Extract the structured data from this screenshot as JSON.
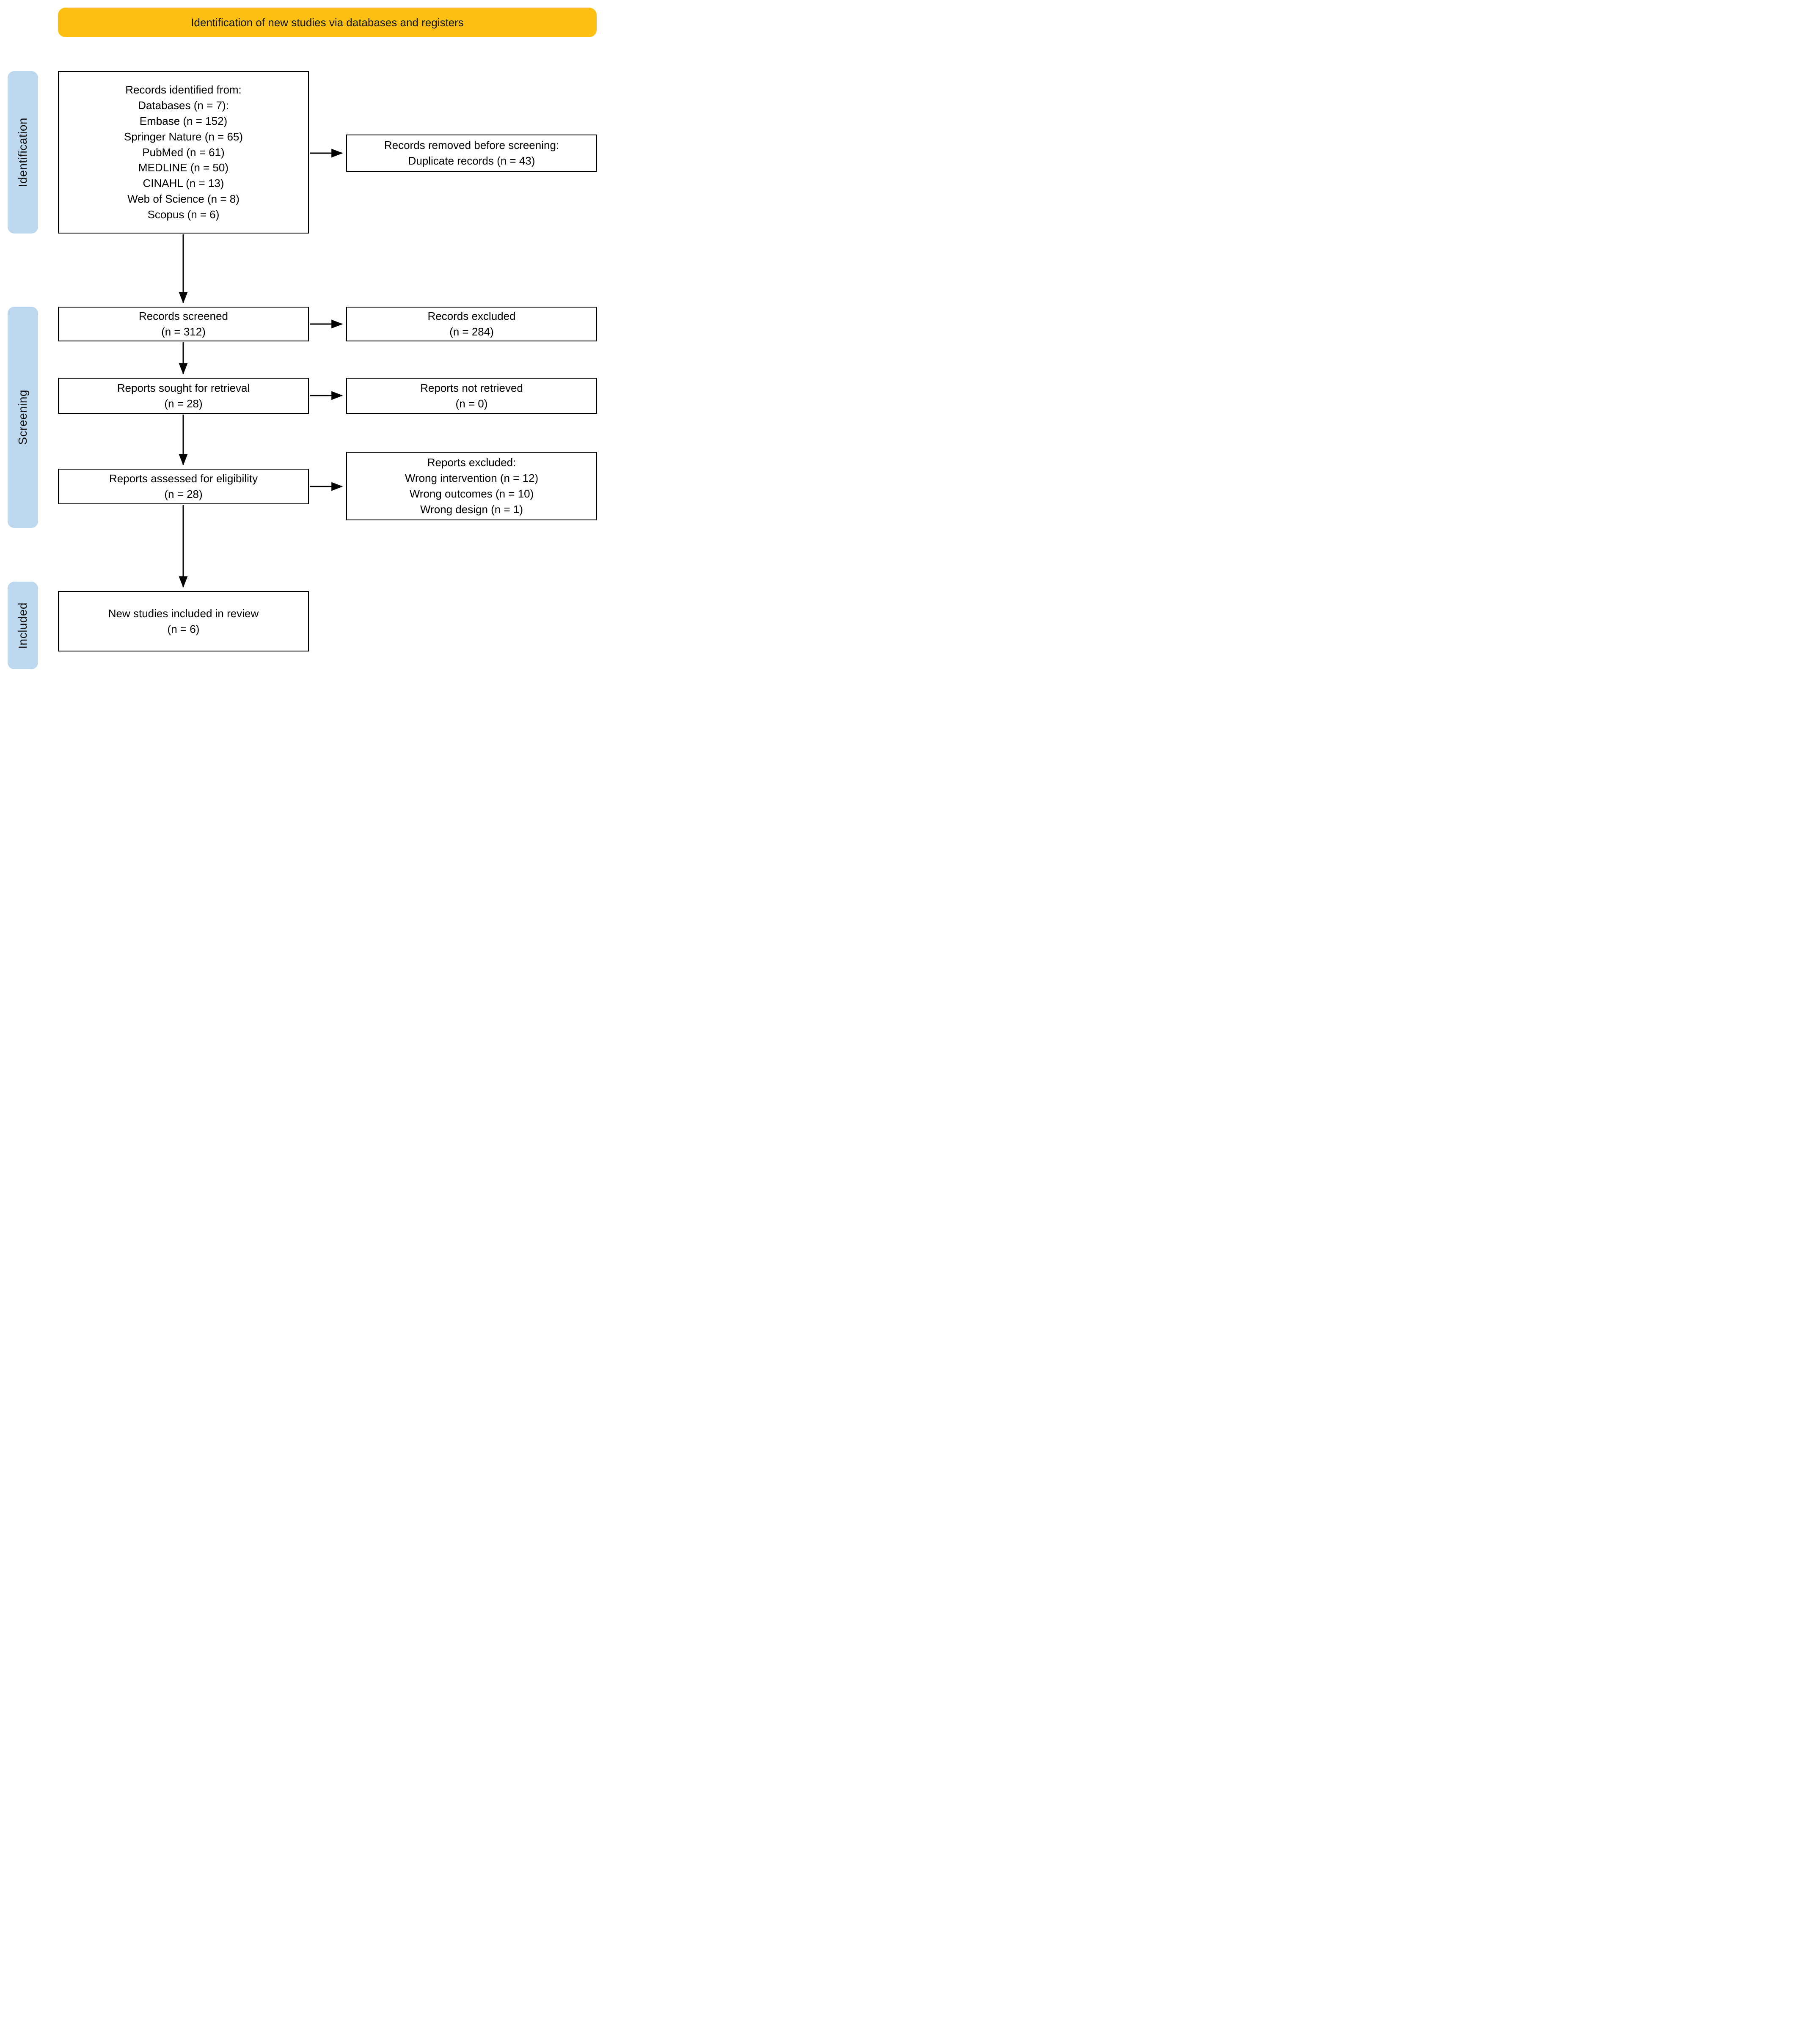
{
  "banner": {
    "label": "Identification of new studies via databases and registers"
  },
  "colors": {
    "banner_bg": "#FDC012",
    "stage_bg": "#BDD7EE",
    "box_border": "#000000",
    "arrow": "#000000"
  },
  "stages": [
    {
      "label": "Identification"
    },
    {
      "label": "Screening"
    },
    {
      "label": "Included"
    }
  ],
  "boxes": {
    "records_identified": {
      "lines": [
        "Records identified from:",
        "Databases (n = 7):",
        "Embase (n = 152)",
        "Springer Nature (n = 65)",
        "PubMed (n = 61)",
        "MEDLINE (n = 50)",
        "CINAHL (n = 13)",
        "Web of Science (n = 8)",
        "Scopus (n = 6)"
      ]
    },
    "records_removed": {
      "lines": [
        "Records removed before screening:",
        "Duplicate records (n = 43)"
      ]
    },
    "records_screened": {
      "lines": [
        "Records screened",
        "(n = 312)"
      ]
    },
    "records_excluded": {
      "lines": [
        "Records excluded",
        "(n = 284)"
      ]
    },
    "reports_sought": {
      "lines": [
        "Reports sought for retrieval",
        "(n = 28)"
      ]
    },
    "reports_not_retrieved": {
      "lines": [
        "Reports not retrieved",
        "(n = 0)"
      ]
    },
    "reports_assessed": {
      "lines": [
        "Reports assessed for eligibility",
        "(n = 28)"
      ]
    },
    "reports_excluded": {
      "lines": [
        "Reports excluded:",
        "Wrong intervention (n = 12)",
        "Wrong outcomes (n = 10)",
        "Wrong design (n = 1)"
      ]
    },
    "new_studies": {
      "lines": [
        "New studies included in review",
        "(n = 6)"
      ]
    }
  }
}
